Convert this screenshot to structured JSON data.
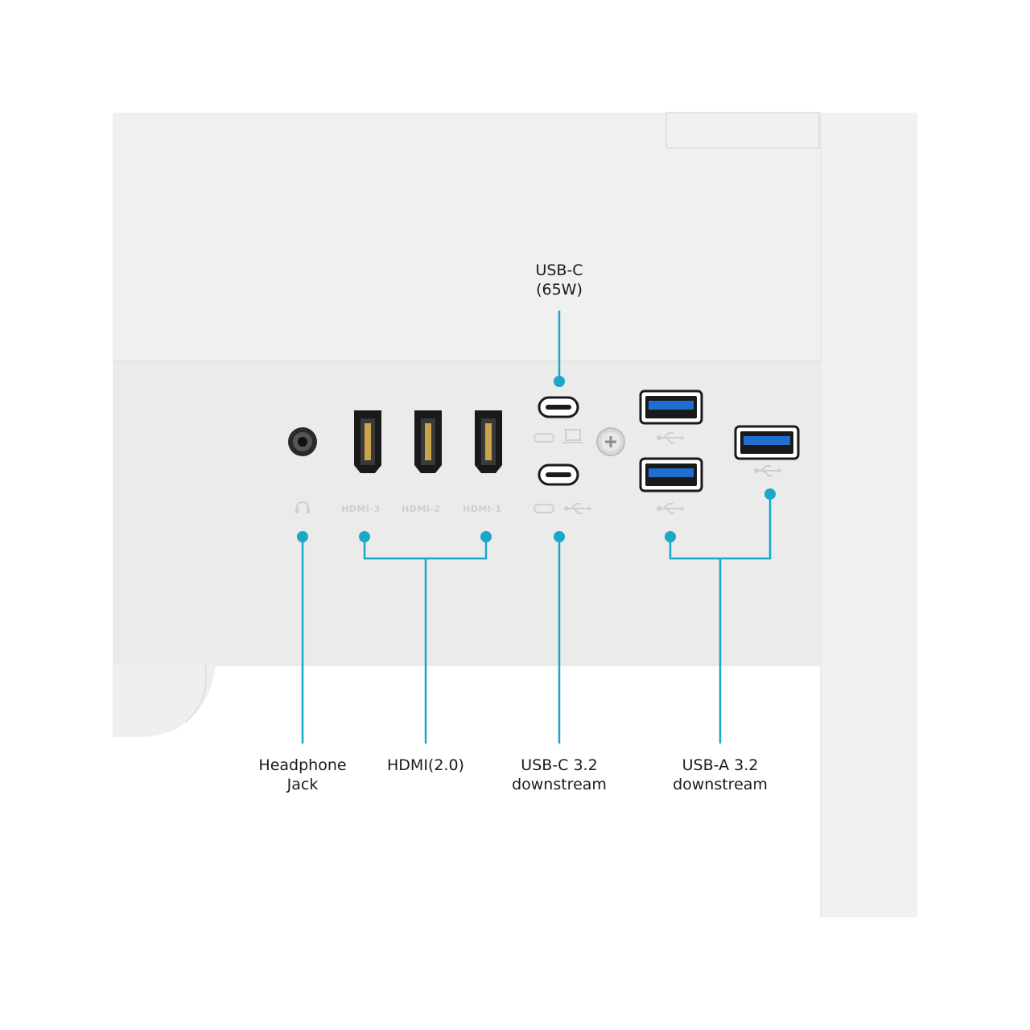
{
  "colors": {
    "background": "#ffffff",
    "monitor_body": "#efefef",
    "monitor_panel": "#ebebeb",
    "port_black": "#1a1a1a",
    "usb_blue": "#1f6fd1",
    "callout": "#1aa7c8",
    "silkscreen": "#cfcfcf"
  },
  "callouts": {
    "usb_c_power": {
      "line1": "USB-C",
      "line2": "(65W)"
    },
    "headphone": {
      "line1": "Headphone",
      "line2": "Jack"
    },
    "hdmi": {
      "line1": "HDMI(2.0)"
    },
    "usb_c_down": {
      "line1": "USB-C 3.2",
      "line2": "downstream"
    },
    "usb_a_down": {
      "line1": "USB-A 3.2",
      "line2": "downstream"
    }
  },
  "silkscreen": {
    "hdmi3": "HDMI-3",
    "hdmi2": "HDMI-2",
    "hdmi1": "HDMI-1"
  },
  "icons": {
    "headphone": "headphone-icon",
    "laptop": "laptop-icon",
    "usb": "usb-icon",
    "screw": "screw-icon"
  }
}
